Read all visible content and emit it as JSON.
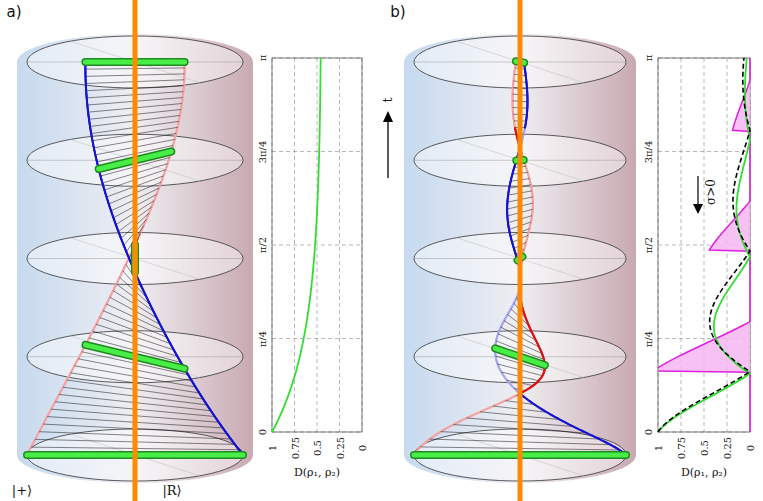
{
  "diagram": {
    "labels": [
      "a)",
      "b)",
      "|+⟩",
      "|R⟩",
      "t",
      "σ>0",
      "0",
      "π/4",
      "π/2",
      "3π/4",
      "π",
      "1",
      "0.75",
      "0.5",
      "0.25",
      "0",
      "D(ρ₁, ρ₂)",
      "0",
      "π/4",
      "π/2",
      "3π/4",
      "π",
      "1",
      "0.75",
      "0.5",
      "0.25",
      "0",
      "D(ρ₁, ρ₂)"
    ]
  }
}
